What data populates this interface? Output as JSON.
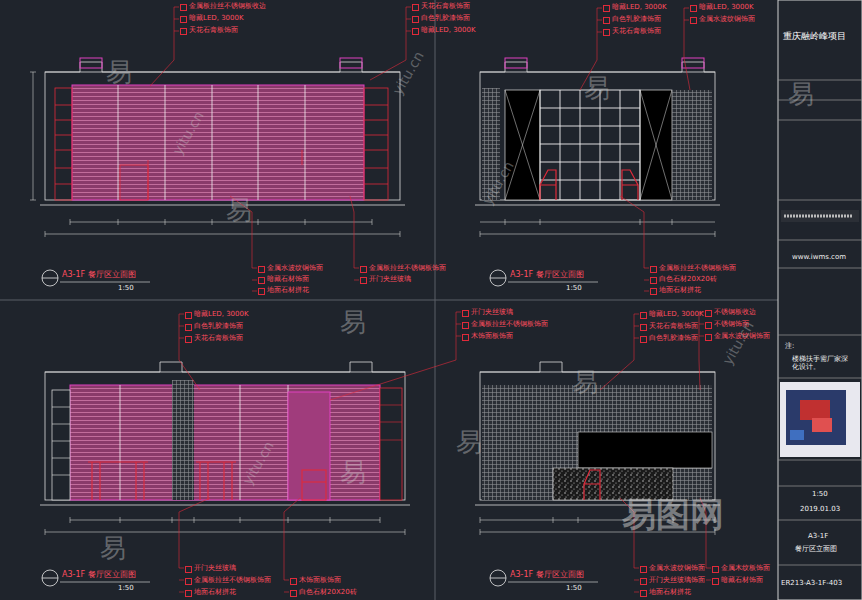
{
  "diagram": {
    "labels": [
      "金属板拉丝不锈钢板收边",
      "暗藏LED, 3000K",
      "天花石膏板饰面",
      "天花石膏板饰面",
      "白色乳胶漆饰面",
      "暗藏LED, 3000K",
      "暗藏LED, 3000K",
      "白色乳胶漆饰面",
      "天花石膏板饰面",
      "暗藏LED, 3000K",
      "金属水波纹铜饰面",
      "金属水波纹铜饰面",
      "暗藏石材饰面",
      "地面石材拼花",
      "金属板拉丝不锈钢板饰面",
      "开门夹丝玻璃",
      "金属板拉丝不锈钢板饰面",
      "白色石材20X20砖",
      "地面石材拼花",
      "暗藏LED, 3000K",
      "白色乳胶漆饰面",
      "天花石膏板饰面",
      "开门夹丝玻璃",
      "金属板拉丝不锈钢板饰面",
      "木饰面板饰面",
      "暗藏LED, 3000K",
      "天花石膏板饰面",
      "白色乳胶漆饰面",
      "不锈钢板收边",
      "不锈钢饰面",
      "金属水波纹铜饰面",
      "开门夹丝玻璃",
      "金属板拉丝不锈钢板饰面",
      "地面石材拼花",
      "木饰面板饰面",
      "白色石材20X20砖",
      "金属水波纹铜饰面",
      "开门夹丝玻璃饰面",
      "地面石材拼花",
      "金属木纹板饰面",
      "暗藏石材饰面",
      "A3-1F 餐厅区立面图",
      "1:50",
      "A3-1F 餐厅区立面图",
      "1:50",
      "A3-1F 餐厅区立面图",
      "1:50",
      "A3-1F 餐厅区立面图",
      "1:50",
      "重庆融岭峰项目",
      "www.iwms.com",
      "注:",
      "楼梯扶手需厂家深化设计。",
      "1:50",
      "2019.01.03",
      "A3-1F",
      "餐厅区立面图",
      "ER213-A3-1F-403",
      "易",
      "易",
      "易",
      "易",
      "易",
      "易",
      "易",
      "易",
      "易",
      "yitu.cn",
      "yitu.cn",
      "yitu.cn",
      "yitu.cn",
      "yitu.cn",
      "易图网"
    ]
  }
}
